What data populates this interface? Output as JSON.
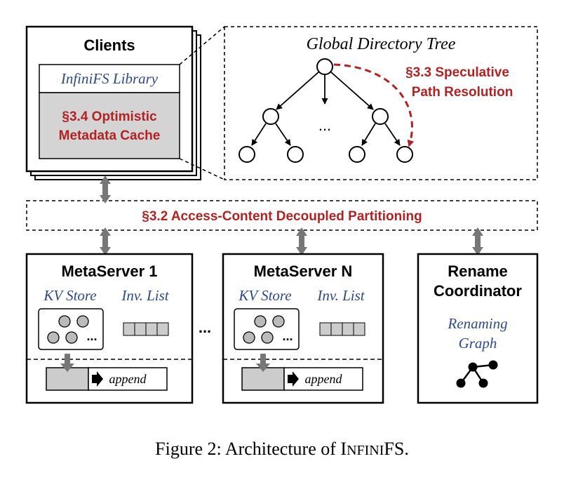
{
  "clients": {
    "title": "Clients",
    "library": "InfiniFS Library",
    "cache_line1": "§3.4 Optimistic",
    "cache_line2": "Metadata Cache"
  },
  "tree": {
    "title": "Global Directory Tree",
    "ellipsis": "...",
    "speculative_line1": "§3.3 Speculative",
    "speculative_line2": "Path Resolution"
  },
  "partition": {
    "label": "§3.2 Access-Content Decoupled Partitioning"
  },
  "metaserver1": {
    "title": "MetaServer 1",
    "kv_label": "KV Store",
    "inv_label": "Inv. List",
    "ellipsis": "...",
    "append": "append"
  },
  "middle_ellipsis": "...",
  "metaserverN": {
    "title": "MetaServer N",
    "kv_label": "KV Store",
    "inv_label": "Inv. List",
    "ellipsis": "...",
    "append": "append"
  },
  "rename": {
    "title_line1": "Rename",
    "title_line2": "Coordinator",
    "graph_line1": "Renaming",
    "graph_line2": "Graph"
  },
  "caption": {
    "prefix": "Figure 2: Architecture of I",
    "smallcaps": "NFINI",
    "suffix": "FS."
  },
  "colors": {
    "red": "#b22222",
    "blue": "#2e4a8a",
    "gray_fill": "#d4d4d4",
    "arrow_gray": "#777777"
  }
}
